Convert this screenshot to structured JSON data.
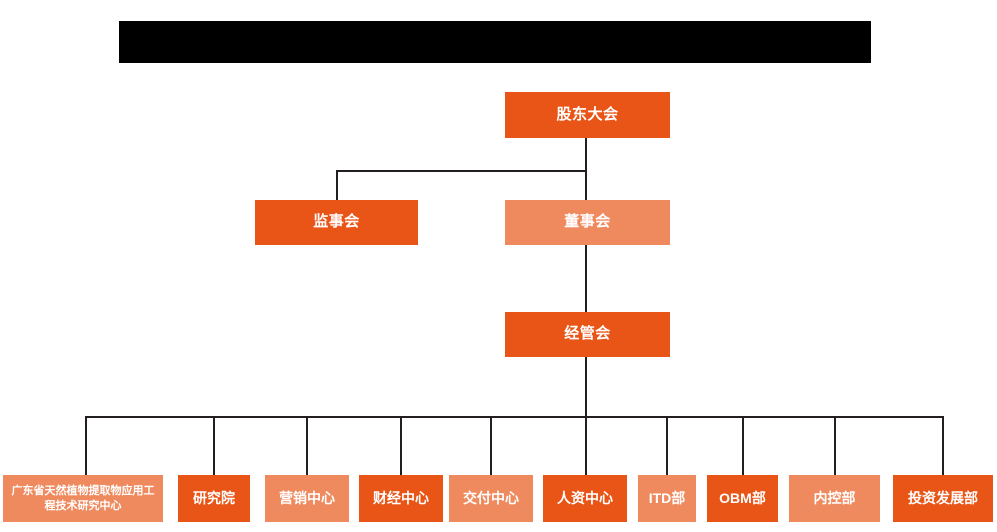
{
  "chart_data": {
    "type": "diagram",
    "title": "",
    "title_bar": {
      "label": "",
      "redacted": true,
      "color": "#000000"
    },
    "colors": {
      "accent_strong": "#E85517",
      "accent_soft": "#EF8A5F",
      "line": "#231f20",
      "background": "#ffffff",
      "text": "#ffffff"
    },
    "levels": [
      {
        "level": 1,
        "nodes": [
          {
            "id": "shareholders",
            "label": "股东大会",
            "style": "strong"
          }
        ]
      },
      {
        "level": 2,
        "nodes": [
          {
            "id": "supervisory",
            "label": "监事会",
            "style": "strong"
          },
          {
            "id": "board",
            "label": "董事会",
            "style": "soft"
          }
        ]
      },
      {
        "level": 3,
        "nodes": [
          {
            "id": "management",
            "label": "经管会",
            "style": "strong"
          }
        ]
      },
      {
        "level": 4,
        "nodes": [
          {
            "id": "dept-1",
            "label": "广东省天然植物提取物应用工程技术研究中心",
            "style": "soft"
          },
          {
            "id": "dept-2",
            "label": "研究院",
            "style": "strong"
          },
          {
            "id": "dept-3",
            "label": "营销中心",
            "style": "soft"
          },
          {
            "id": "dept-4",
            "label": "财经中心",
            "style": "strong"
          },
          {
            "id": "dept-5",
            "label": "交付中心",
            "style": "soft"
          },
          {
            "id": "dept-6",
            "label": "人资中心",
            "style": "strong"
          },
          {
            "id": "dept-7",
            "label": "ITD部",
            "style": "soft"
          },
          {
            "id": "dept-8",
            "label": "OBM部",
            "style": "strong"
          },
          {
            "id": "dept-9",
            "label": "内控部",
            "style": "soft"
          },
          {
            "id": "dept-10",
            "label": "投资发展部",
            "style": "strong"
          }
        ]
      }
    ],
    "edges": [
      {
        "from": "shareholders",
        "to": "supervisory"
      },
      {
        "from": "shareholders",
        "to": "board"
      },
      {
        "from": "board",
        "to": "management"
      },
      {
        "from": "management",
        "to": "dept-1"
      },
      {
        "from": "management",
        "to": "dept-2"
      },
      {
        "from": "management",
        "to": "dept-3"
      },
      {
        "from": "management",
        "to": "dept-4"
      },
      {
        "from": "management",
        "to": "dept-5"
      },
      {
        "from": "management",
        "to": "dept-6"
      },
      {
        "from": "management",
        "to": "dept-7"
      },
      {
        "from": "management",
        "to": "dept-8"
      },
      {
        "from": "management",
        "to": "dept-9"
      },
      {
        "from": "management",
        "to": "dept-10"
      }
    ]
  },
  "org": {
    "shareholders_label": "股东大会",
    "supervisory_label": "监事会",
    "board_label": "董事会",
    "management_label": "经管会",
    "departments": [
      {
        "label": "广东省天然植物提取物应用工程技术研究中心"
      },
      {
        "label": "研究院"
      },
      {
        "label": "营销中心"
      },
      {
        "label": "财经中心"
      },
      {
        "label": "交付中心"
      },
      {
        "label": "人资中心"
      },
      {
        "label": "ITD部"
      },
      {
        "label": "OBM部"
      },
      {
        "label": "内控部"
      },
      {
        "label": "投资发展部"
      }
    ]
  }
}
